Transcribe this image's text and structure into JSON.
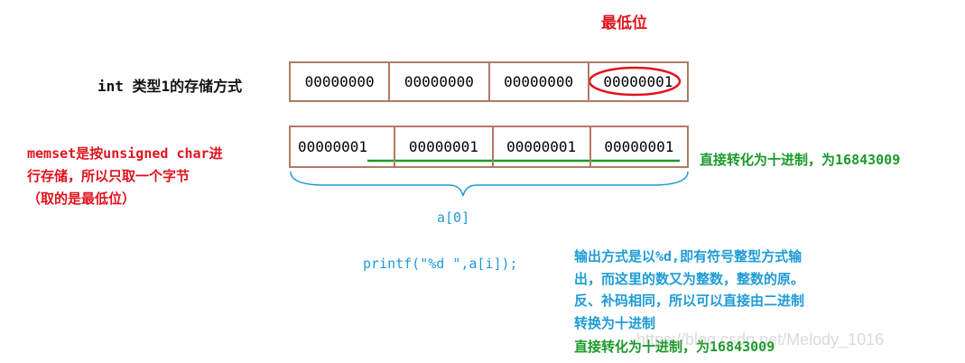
{
  "labels": {
    "lowest_bit": "最低位",
    "int_row": "int 类型1的存储方式",
    "memset_line1": "memset是按unsigned char进",
    "memset_line2": "行存储，所以只取一个字节",
    "memset_line3": "（取的是最低位）",
    "decimal_right": "直接转化为十进制，为16843009",
    "a0": "a[0]",
    "printf": "printf(\"%d \",a[i]);",
    "explain_line1": "输出方式是以%d,即有符号整型方式输",
    "explain_line2": "出，而这里的数又为整数，整数的原。",
    "explain_line3": "反、补码相同，所以可以直接由二进制",
    "explain_line4": "转换为十进制",
    "decimal_bottom": "直接转化为十进制，为16843009",
    "watermark": "https://blog.csdn.net/Melody_1016"
  },
  "int_row_cells": [
    "00000000",
    "00000000",
    "00000000",
    "00000001"
  ],
  "memset_row_cells": [
    "00000001",
    "00000001",
    "00000001",
    "00000001"
  ],
  "colors": {
    "red": "#e0141e",
    "green": "#1a9a2a",
    "blue": "#1e9bd6",
    "border": "#b07b62"
  }
}
